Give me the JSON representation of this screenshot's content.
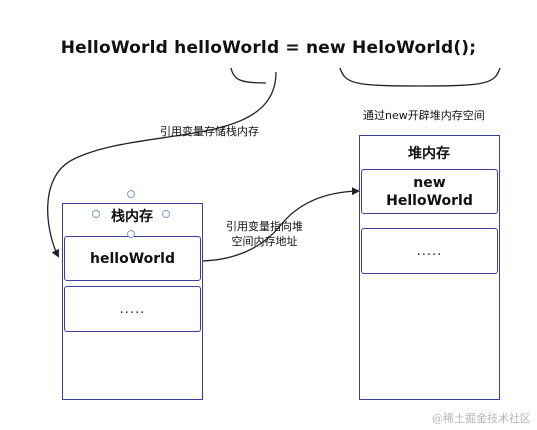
{
  "code_line": "HelloWorld helloWorld = new HeloWorld();",
  "annotations": {
    "stack_ref": "引用变量存储栈内存",
    "heap_alloc": "通过new开辟堆内存空间",
    "pointer_line1": "引用变量指向堆",
    "pointer_line2": "空间内存地址"
  },
  "stack": {
    "title": "栈内存",
    "cell1": "helloWorld",
    "cell2": "....."
  },
  "heap": {
    "title": "堆内存",
    "cell1_line1": "new",
    "cell1_line2": "HelloWorld",
    "cell2": "....."
  },
  "watermark": "@稀土掘金技术社区",
  "colors": {
    "box_border": "#3b3fa0",
    "arrow": "#222222",
    "handle": "#7c9bd0"
  }
}
